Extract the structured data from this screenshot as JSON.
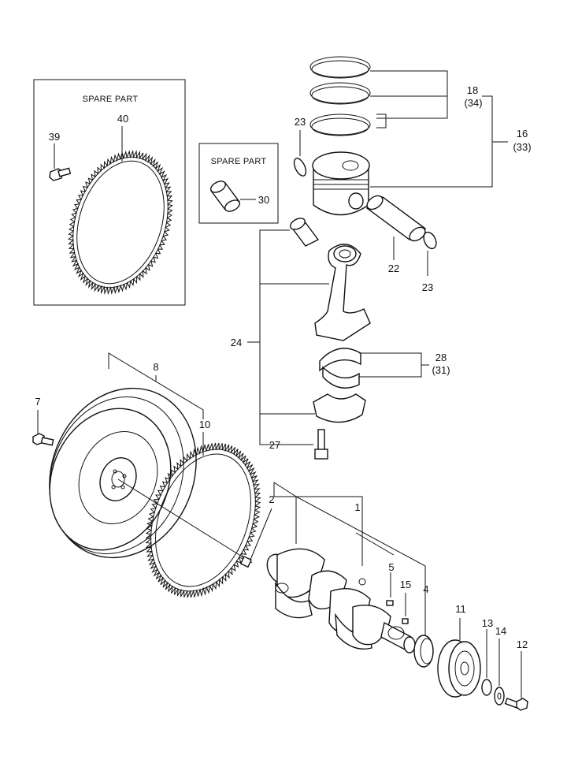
{
  "spare_box_a": {
    "title": "SPARE PART"
  },
  "spare_box_b": {
    "title": "SPARE PART"
  },
  "labels": {
    "p1": "1",
    "p2": "2",
    "p4": "4",
    "p5": "5",
    "p7": "7",
    "p8": "8",
    "p10": "10",
    "p11": "11",
    "p12": "12",
    "p13": "13",
    "p14": "14",
    "p15": "15",
    "p16": "16",
    "p16_alt": "(33)",
    "p18": "18",
    "p18_alt": "(34)",
    "p22": "22",
    "p23_top": "23",
    "p23_right": "23",
    "p24": "24",
    "p27": "27",
    "p28": "28",
    "p28_alt": "(31)",
    "p30": "30",
    "p39": "39",
    "p40": "40"
  },
  "icons": [
    "ring-gear-icon",
    "flywheel-icon",
    "piston-icon",
    "connecting-rod-icon",
    "crankshaft-icon",
    "pulley-icon",
    "bolt-icon",
    "bushing-icon",
    "snap-ring-icon"
  ]
}
